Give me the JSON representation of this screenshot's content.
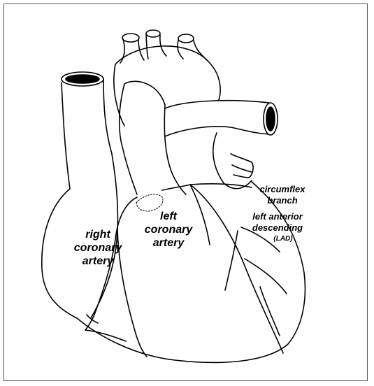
{
  "diagram": {
    "labels": {
      "right_coronary": [
        "right",
        "coronary",
        "artery"
      ],
      "left_coronary": [
        "left",
        "coronary",
        "artery"
      ],
      "circumflex": [
        "circumflex",
        "branch"
      ],
      "lad": [
        "left anterior",
        "descending",
        "(LAD)"
      ]
    },
    "colors": {
      "line": "#000000",
      "background": "#ffffff"
    }
  }
}
